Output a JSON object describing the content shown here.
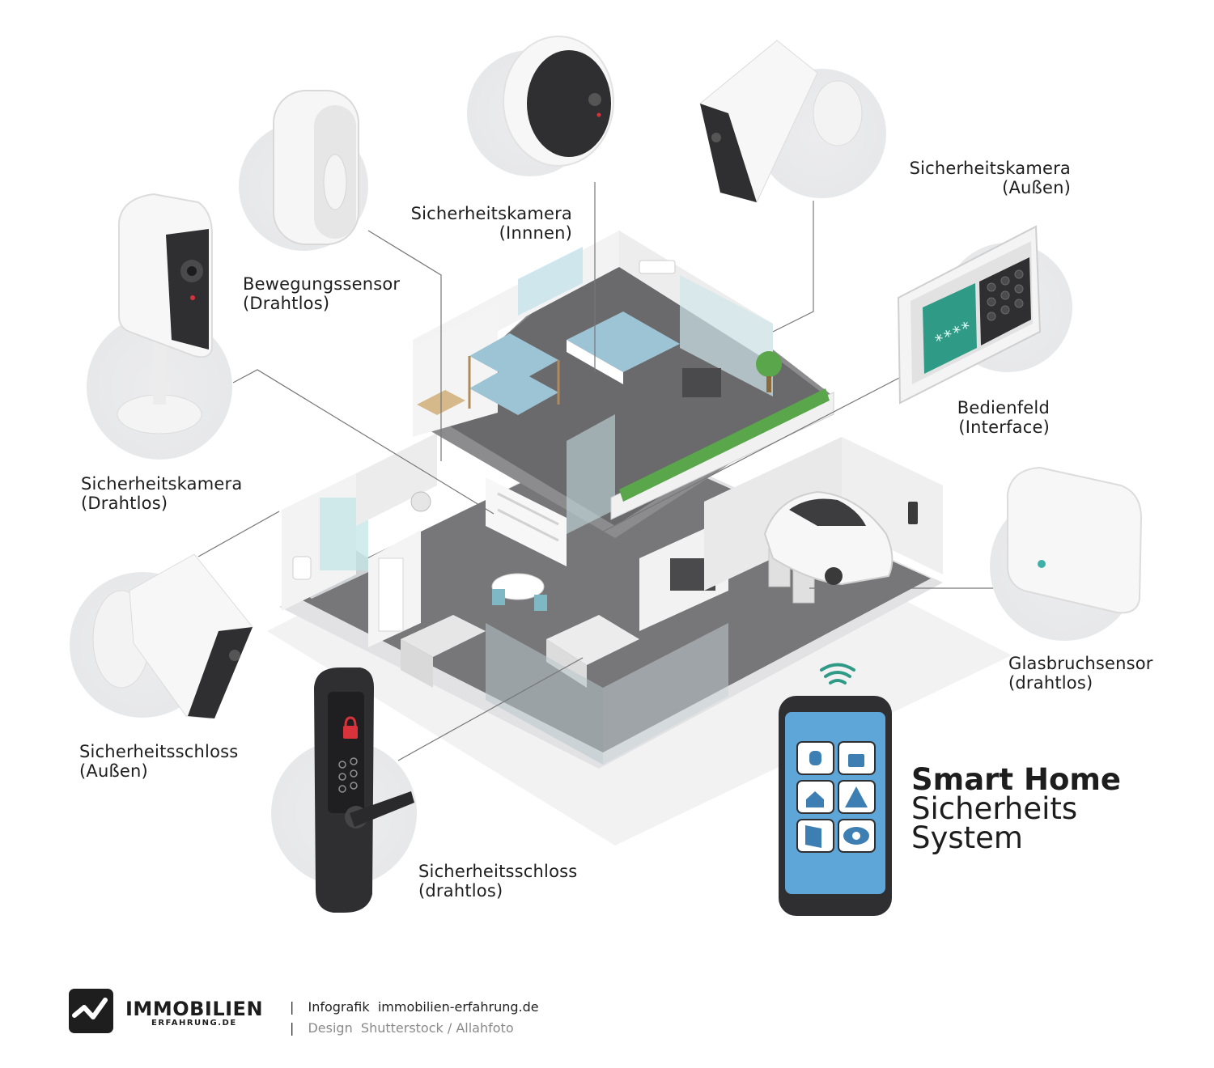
{
  "labels": {
    "camera_indoor": [
      "Sicherheitskamera",
      "(Innnen)"
    ],
    "camera_outdoor": [
      "Sicherheitskamera",
      "(Außen)"
    ],
    "motion_sensor": [
      "Bewegungssensor",
      "(Drahtlos)"
    ],
    "camera_wireless": [
      "Sicherheitskamera",
      "(Drahtlos)"
    ],
    "control_panel": [
      "Bedienfeld",
      "(Interface)"
    ],
    "glass_break": [
      "Glasbruchsensor",
      "(drahtlos)"
    ],
    "lock_outdoor": [
      "Sicherheitsschloss",
      "(Außen)"
    ],
    "lock_wireless": [
      "Sicherheitsschloss",
      "(drahtlos)"
    ]
  },
  "title": {
    "line1": "Smart Home",
    "line2": "Sicherheits",
    "line3": "System"
  },
  "panel_code": "****",
  "footer": {
    "brand": "IMMOBILIEN",
    "brand_sub": "ERFAHRUNG.DE",
    "separator": "|",
    "credit1_label": "Infografik",
    "credit1_value": "immobilien-erfahrung.de",
    "credit2_label": "Design",
    "credit2_value": "Shutterstock / Allahfoto"
  },
  "colors": {
    "text": "#1d1d1d",
    "footer_muted": "#8a8a8a",
    "device_white": "#f4f4f4",
    "device_dark": "#2f2f2f",
    "screen_teal": "#2f9a86",
    "lock_red": "#d8333a",
    "phone_screen": "#5fa6d8",
    "plant_green": "#5aa64a",
    "floor_grey": "#6f6f71"
  }
}
